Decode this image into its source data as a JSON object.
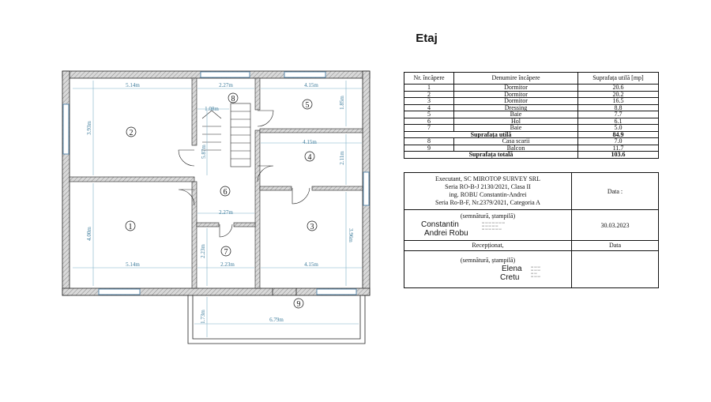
{
  "page_title": "Etaj",
  "plan": {
    "dimensions": [
      "5.14m",
      "2.27m",
      "4.15m",
      "3.93m",
      "1.85m",
      "1.08m",
      "5.87m",
      "4.15m",
      "2.11m",
      "2.27m",
      "4.00m",
      "3.96m",
      "5.14m",
      "2.23m",
      "2.23m",
      "4.15m",
      "1.73m",
      "6.79m"
    ],
    "room_numbers": [
      "1",
      "2",
      "3",
      "4",
      "5",
      "6",
      "7",
      "8",
      "9"
    ]
  },
  "rooms_table": {
    "headers": [
      "Nr. încăpere",
      "Denumire încăpere",
      "Suprafața utilă [mp]"
    ],
    "rows": [
      [
        "1",
        "Dormitor",
        "20.6"
      ],
      [
        "2",
        "Dormitor",
        "20.2"
      ],
      [
        "3",
        "Dormitor",
        "16.5"
      ],
      [
        "4",
        "Dressing",
        "8.8"
      ],
      [
        "5",
        "Baie",
        "7.7"
      ],
      [
        "6",
        "Hol",
        "6.1"
      ],
      [
        "7",
        "Baie",
        "5.0"
      ]
    ],
    "subtotal_label": "Suprafața utilă",
    "subtotal_value": "84.9",
    "extra_rows": [
      [
        "8",
        "Casa scarii",
        "7.0"
      ],
      [
        "9",
        "Balcon",
        "11.7"
      ]
    ],
    "total_label": "Suprafața totală",
    "total_value": "103.6"
  },
  "signature_table": {
    "executant_lines": [
      "Executant, SC MIROTOP SURVEY SRL",
      "Seria RO-B-J 2130/2021, Clasa II",
      "ing. ROBU Constantin-Andrei",
      "Seria Ro-B-F, Nr.2379/2021, Categoria A"
    ],
    "data_label": "Data :",
    "stamp_label": "(semnătură, ștampilă)",
    "executant_signature": [
      "Constantin",
      "Andrei Robu"
    ],
    "date_value": "30.03.2023",
    "receptionat_label": "Recepționat,",
    "data_label_2": "Data",
    "stamp_label_2": "(semnătură, ștampilă)",
    "receptionat_signature": [
      "Elena",
      "Cretu"
    ]
  }
}
